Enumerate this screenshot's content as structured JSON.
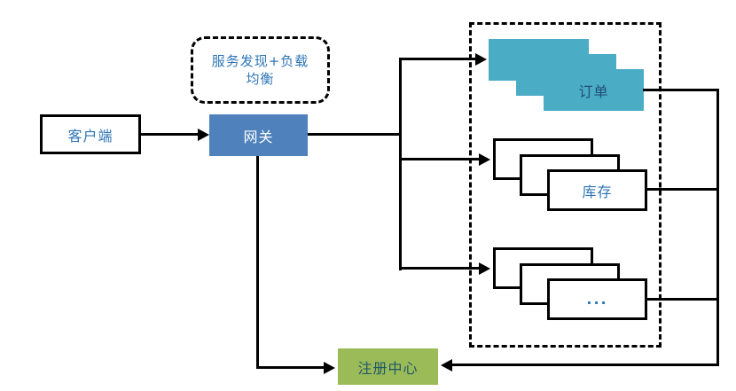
{
  "diagram": {
    "title_implied": "microservice-gateway-architecture",
    "nodes": {
      "client": {
        "label": "客户端"
      },
      "gateway": {
        "label": "网关"
      },
      "service_discovery": {
        "label_line1": "服务发现+负载",
        "label_line2": "均衡"
      },
      "order_service": {
        "label": "订单",
        "instances": 3
      },
      "inventory_service": {
        "label": "库存",
        "instances": 3
      },
      "more_services": {
        "label": "...",
        "instances": 3
      },
      "registry": {
        "label": "注册中心"
      }
    },
    "colors": {
      "gateway_fill": "#4F81BD",
      "gateway_text": "#FFFFFF",
      "order_fill": "#4BACC6",
      "order_text": "#1F4E79",
      "registry_fill": "#9BBB59",
      "registry_text": "#215968",
      "label_blue": "#2E75B6",
      "line_color": "#000000",
      "background": "#FFFFFF"
    },
    "edges": [
      "client -> gateway",
      "gateway -> order_service",
      "gateway -> inventory_service",
      "gateway -> more_services",
      "gateway -> registry",
      "order_service -> registry",
      "inventory_service -> registry",
      "more_services -> registry"
    ]
  }
}
